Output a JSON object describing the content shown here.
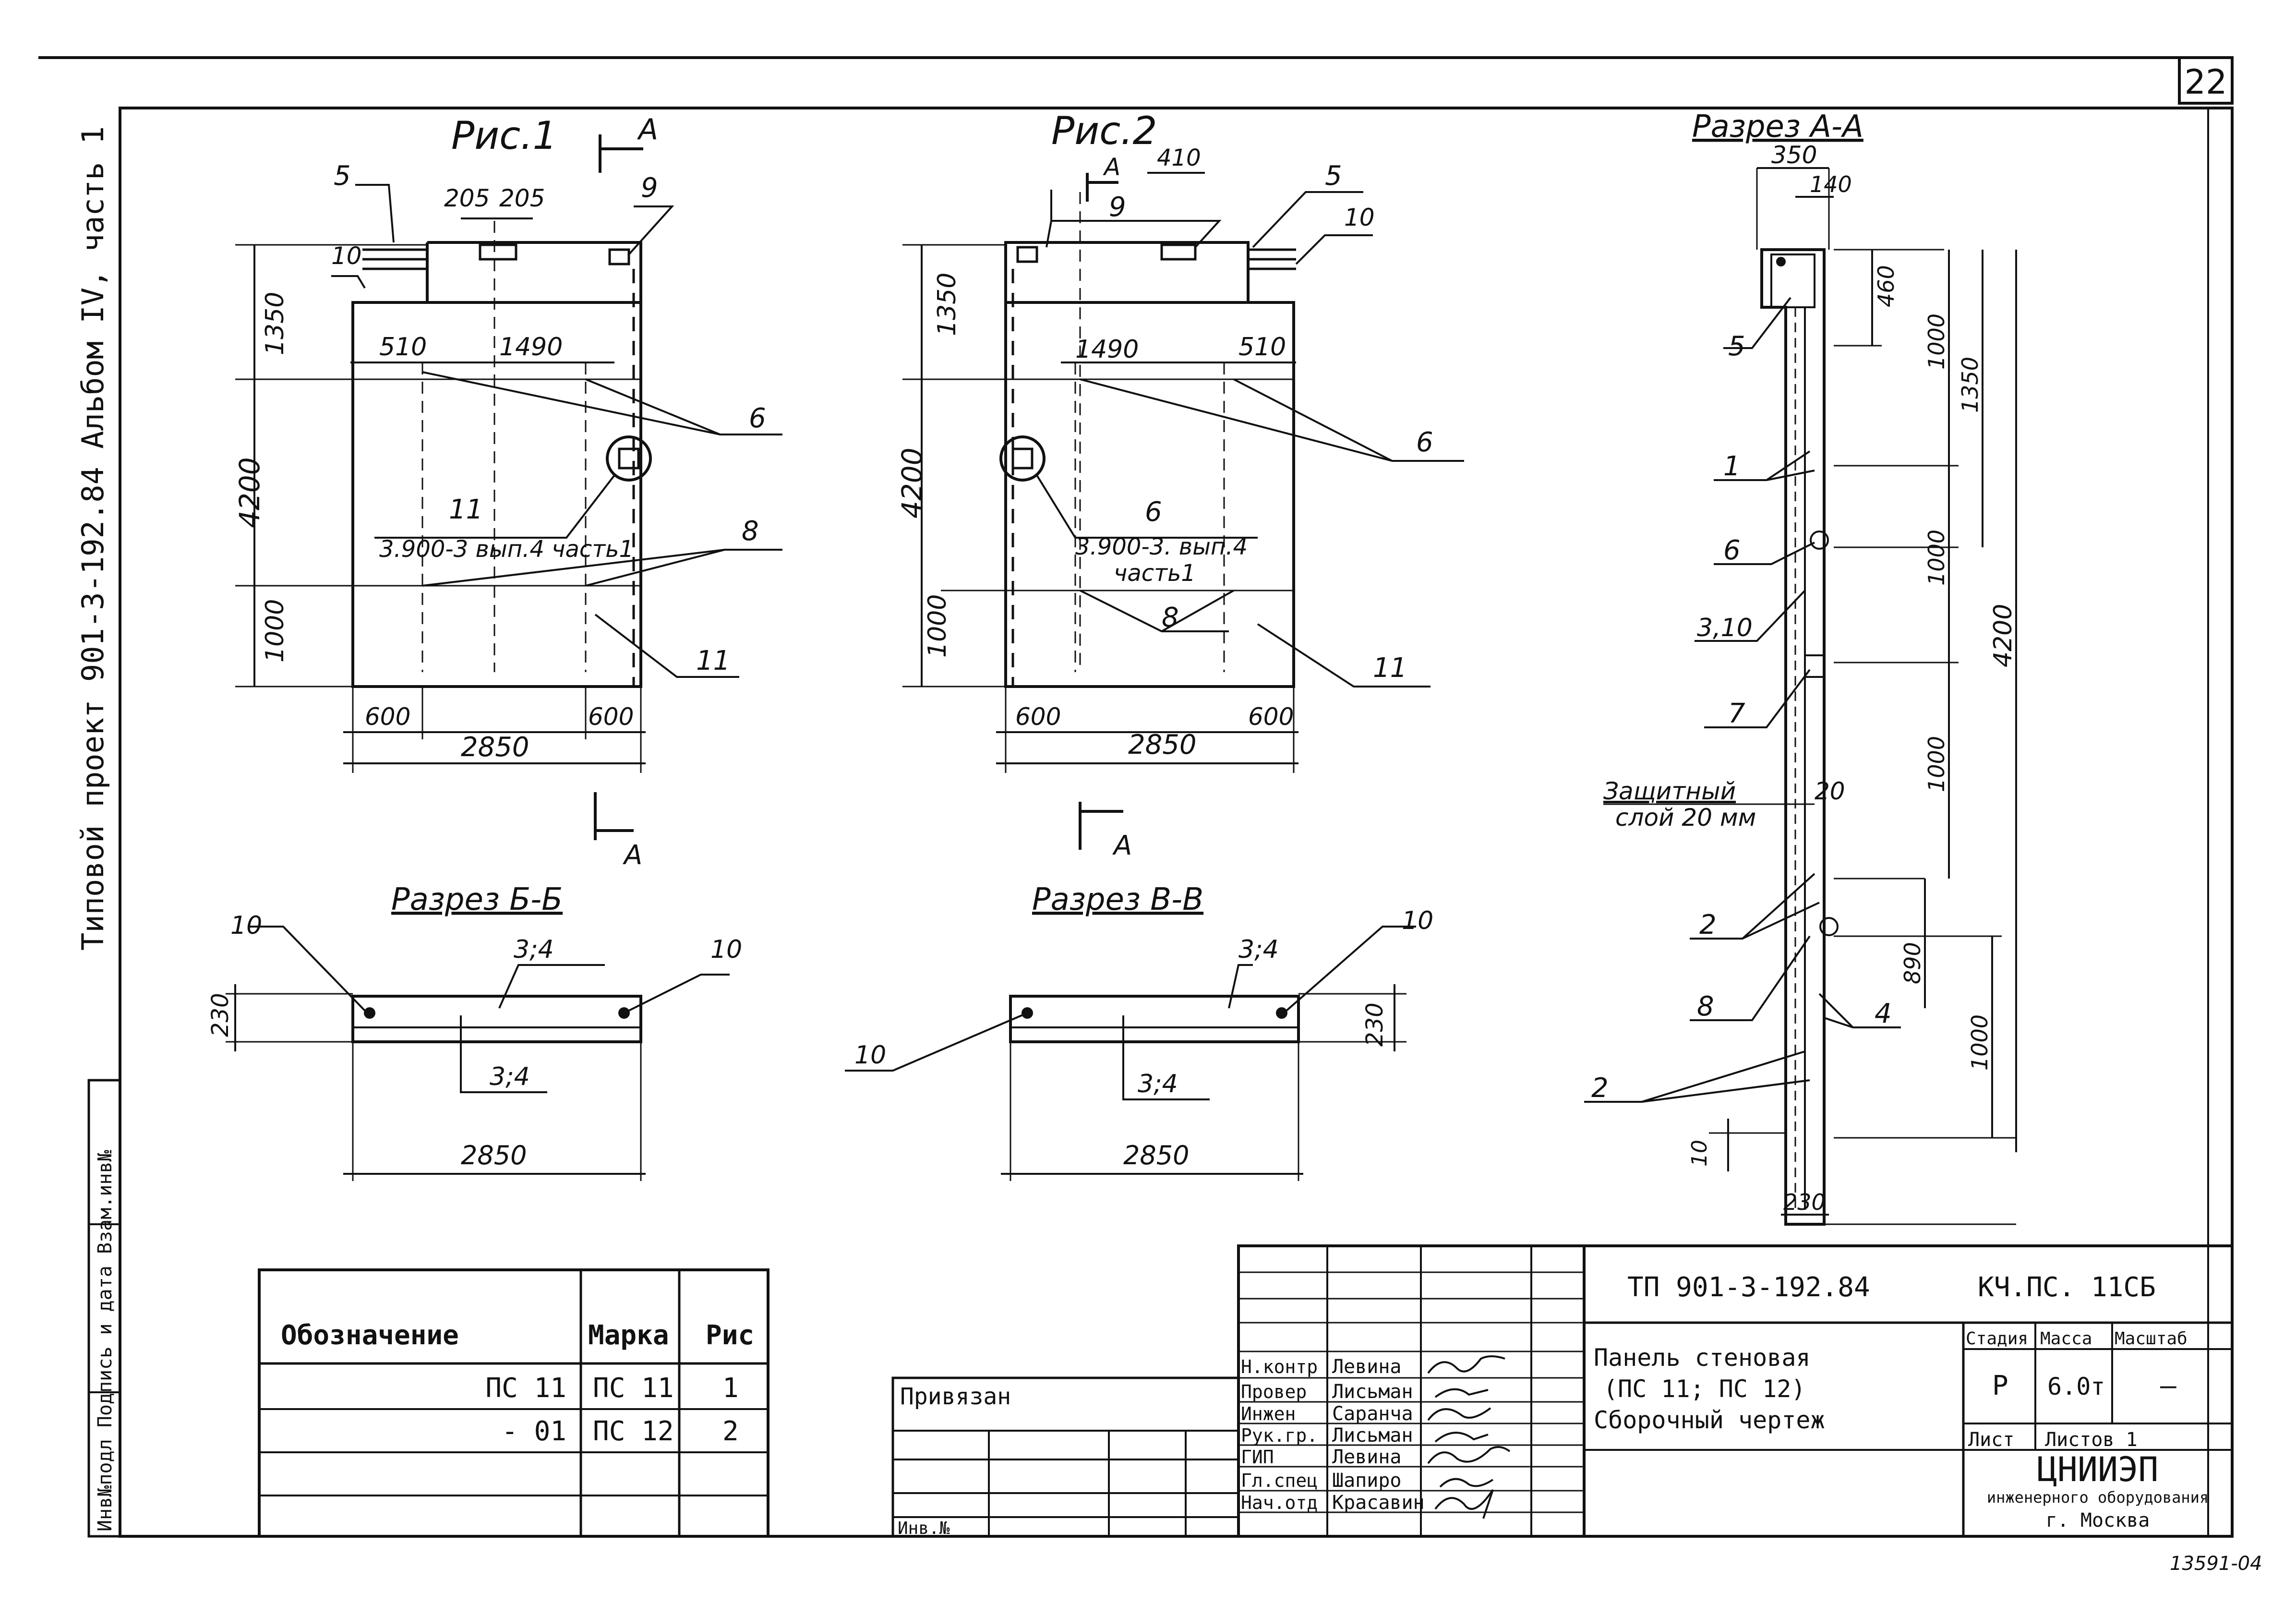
{
  "sheet_number": "22",
  "side_title": "Типовой проект 901-3-192.84   Альбом IV, часть 1",
  "side_stamp": "Инв№подл  Подпись и дата  Взам.инв№",
  "bottom_code": "13591-04",
  "fig1": {
    "title": "Рис.1",
    "section": "А",
    "leaders": [
      "5",
      "9",
      "10",
      "6",
      "8",
      "11"
    ],
    "dims": [
      "205",
      "205",
      "1350",
      "510",
      "1490",
      "4200",
      "1000",
      "600",
      "600",
      "2850"
    ],
    "ref_num": "11",
    "ref_text": "3.900-3 вып.4 часть1"
  },
  "fig2": {
    "title": "Рис.2",
    "section": "А",
    "leaders": [
      "9",
      "5",
      "10",
      "6",
      "8",
      "11"
    ],
    "dims": [
      "410",
      "1350",
      "1490",
      "510",
      "4200",
      "1000",
      "600",
      "600",
      "2850"
    ],
    "ref_num": "6",
    "ref_text1": "3.900-3. вып.4",
    "ref_text2": "часть1"
  },
  "section_bb": {
    "title": "Разрез Б-Б",
    "labels": [
      "10",
      "10",
      "3;4",
      "3;4"
    ],
    "dims": [
      "230",
      "2850"
    ]
  },
  "section_vv": {
    "title": "Разрез В-В",
    "labels": [
      "10",
      "10",
      "3;4",
      "3;4"
    ],
    "dims": [
      "230",
      "2850"
    ]
  },
  "section_aa": {
    "title": "Разрез А-А",
    "top_dims": [
      "350",
      "140"
    ],
    "dims": [
      "460",
      "1000",
      "1350",
      "1000",
      "4200",
      "1000",
      "890",
      "1000",
      "10",
      "230"
    ],
    "leaders": [
      "5",
      "1",
      "6",
      "3,10",
      "7",
      "2",
      "8",
      "4",
      "2"
    ],
    "note1": "Защитный",
    "note2": "слой 20 мм",
    "note_value": "20"
  },
  "spec_table": {
    "headers": [
      "Обозначение",
      "Марка",
      "Рис"
    ],
    "rows": [
      [
        "ПС 11",
        "ПС 11",
        "1"
      ],
      [
        "- 01",
        "ПС 12",
        "2"
      ]
    ]
  },
  "binding": {
    "label": "Привязан",
    "inv_label": "Инв.№"
  },
  "title_block": {
    "project_code": "ТП 901-3-192.84",
    "doc_code": "КЧ.ПС.  11СБ",
    "title_lines": [
      "Панель стеновая",
      "(ПС 11; ПС 12)",
      "Сборочный чертеж"
    ],
    "stage_label": "Стадия",
    "mass_label": "Масса",
    "scale_label": "Масштаб",
    "stage": "Р",
    "mass": "6.0т",
    "scale": "—",
    "sheet_label": "Лист",
    "sheets_label": "Листов 1",
    "org_name": "ЦНИИЭП",
    "org_sub": "инженерного оборудования",
    "org_city": "г. Москва",
    "roles": [
      {
        "role": "Н.контр",
        "name": "Левина"
      },
      {
        "role": "Провер",
        "name": "Лисьман"
      },
      {
        "role": "Инжен",
        "name": "Саранча"
      },
      {
        "role": "Рук.гр.",
        "name": "Лисьман"
      },
      {
        "role": "ГИП",
        "name": "Левина"
      },
      {
        "role": "Гл.спец",
        "name": "Шапиро"
      },
      {
        "role": "Нач.отд",
        "name": "Красавин"
      }
    ]
  }
}
